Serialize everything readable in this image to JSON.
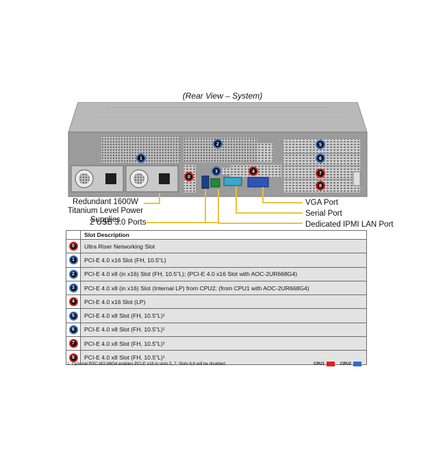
{
  "caption": "(Rear View – System)",
  "callouts": {
    "psu": "Redundant 1600W\nTitanium Level Power Supplies",
    "usb": "2 USB 3.0 Ports",
    "vga": "VGA Port",
    "serial": "Serial Port",
    "ipmi": "Dedicated IPMI LAN Port"
  },
  "colors": {
    "cpu1": "#e02020",
    "cpu2": "#2f6fd0",
    "neutral": "#222222",
    "leader_line": "#e8c23a"
  },
  "server_badges": [
    {
      "label": "1",
      "cpu": "cpu2"
    },
    {
      "label": "2",
      "cpu": "cpu2"
    },
    {
      "label": "3",
      "cpu": "cpu2"
    },
    {
      "label": "4",
      "cpu": "cpu1"
    },
    {
      "label": "0",
      "cpu": "cpu1"
    },
    {
      "label": "5",
      "cpu": "cpu2"
    },
    {
      "label": "6",
      "cpu": "cpu2"
    },
    {
      "label": "7",
      "cpu": "cpu1"
    },
    {
      "label": "8",
      "cpu": "cpu1"
    }
  ],
  "table": {
    "header": "Slot Description",
    "rows": [
      {
        "num": "0",
        "cpu": "cpu1",
        "desc": "Ultra Riser Networking Slot"
      },
      {
        "num": "1",
        "cpu": "cpu2",
        "desc": "PCI-E 4.0 x16 Slot (FH, 10.5\"L)"
      },
      {
        "num": "2",
        "cpu": "cpu2",
        "desc": "PCI-E 4.0 x8 (in x16) Slot (FH, 10.5\"L); (PCI-E 4.0 x16 Slot with AOC-2UR668G4)"
      },
      {
        "num": "3",
        "cpu": "cpu2",
        "desc": "PCI-E 4.0 x8 (in x16) Slot (Internal LP) from CPU2; (from CPU1 with AOC-2UR668G4)"
      },
      {
        "num": "4",
        "cpu": "cpu1",
        "desc": "PCI-E 4.0 x16 Slot (LP)"
      },
      {
        "num": "5",
        "cpu": "cpu2",
        "desc": "PCI-E 4.0 x8 Slot (FH, 10.5\"L)¹"
      },
      {
        "num": "6",
        "cpu": "cpu2",
        "desc": "PCI-E 4.0 x8 Slot (FH, 10.5\"L)¹"
      },
      {
        "num": "7",
        "cpu": "cpu1",
        "desc": "PCI-E 4.0 x8 Slot (FH, 10.5\"L)¹"
      },
      {
        "num": "8",
        "cpu": "cpu1",
        "desc": "PCI-E 4.0 x8 Slot (FH, 10.5\"L)¹"
      }
    ]
  },
  "footnote": "1. Optional RSC-W2-66G4 enables PCI-E x16 in slots 5, 7.  Slots 6,8 will be disabled.",
  "legend": [
    {
      "label": "CPU1",
      "cpu": "cpu1"
    },
    {
      "label": "CPU2",
      "cpu": "cpu2"
    }
  ]
}
